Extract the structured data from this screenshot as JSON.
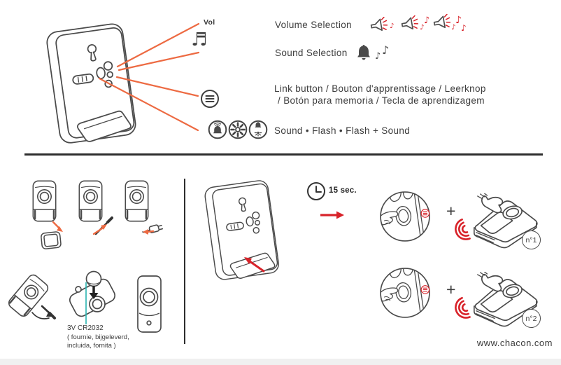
{
  "colors": {
    "accent_orange": "#ED6A42",
    "accent_red": "#D8232A",
    "accent_teal": "#2AB4B0",
    "ink": "#3C3C3C"
  },
  "icons": {
    "music_note": "♬",
    "note": "♪"
  },
  "top": {
    "vol_label": "Vol",
    "volume_selection_label": "Volume Selection",
    "sound_selection_label": "Sound Selection",
    "link_label_line1": "Link button / Bouton d'apprentissage / Leerknop",
    "link_label_line2": "/ Botón para memoria / Tecla de aprendizagem",
    "modes_label": "Sound • Flash • Flash + Sound"
  },
  "pairing": {
    "timer_label": "15 sec.",
    "plus": "+",
    "transmitter1_label": "n°1",
    "transmitter2_label": "n°2"
  },
  "battery": {
    "type": "3V CR2032",
    "note_line1": "( fournie, bijgeleverd,",
    "note_line2": "incluida, fornita )"
  },
  "footer": {
    "website": "www.chacon.com"
  }
}
